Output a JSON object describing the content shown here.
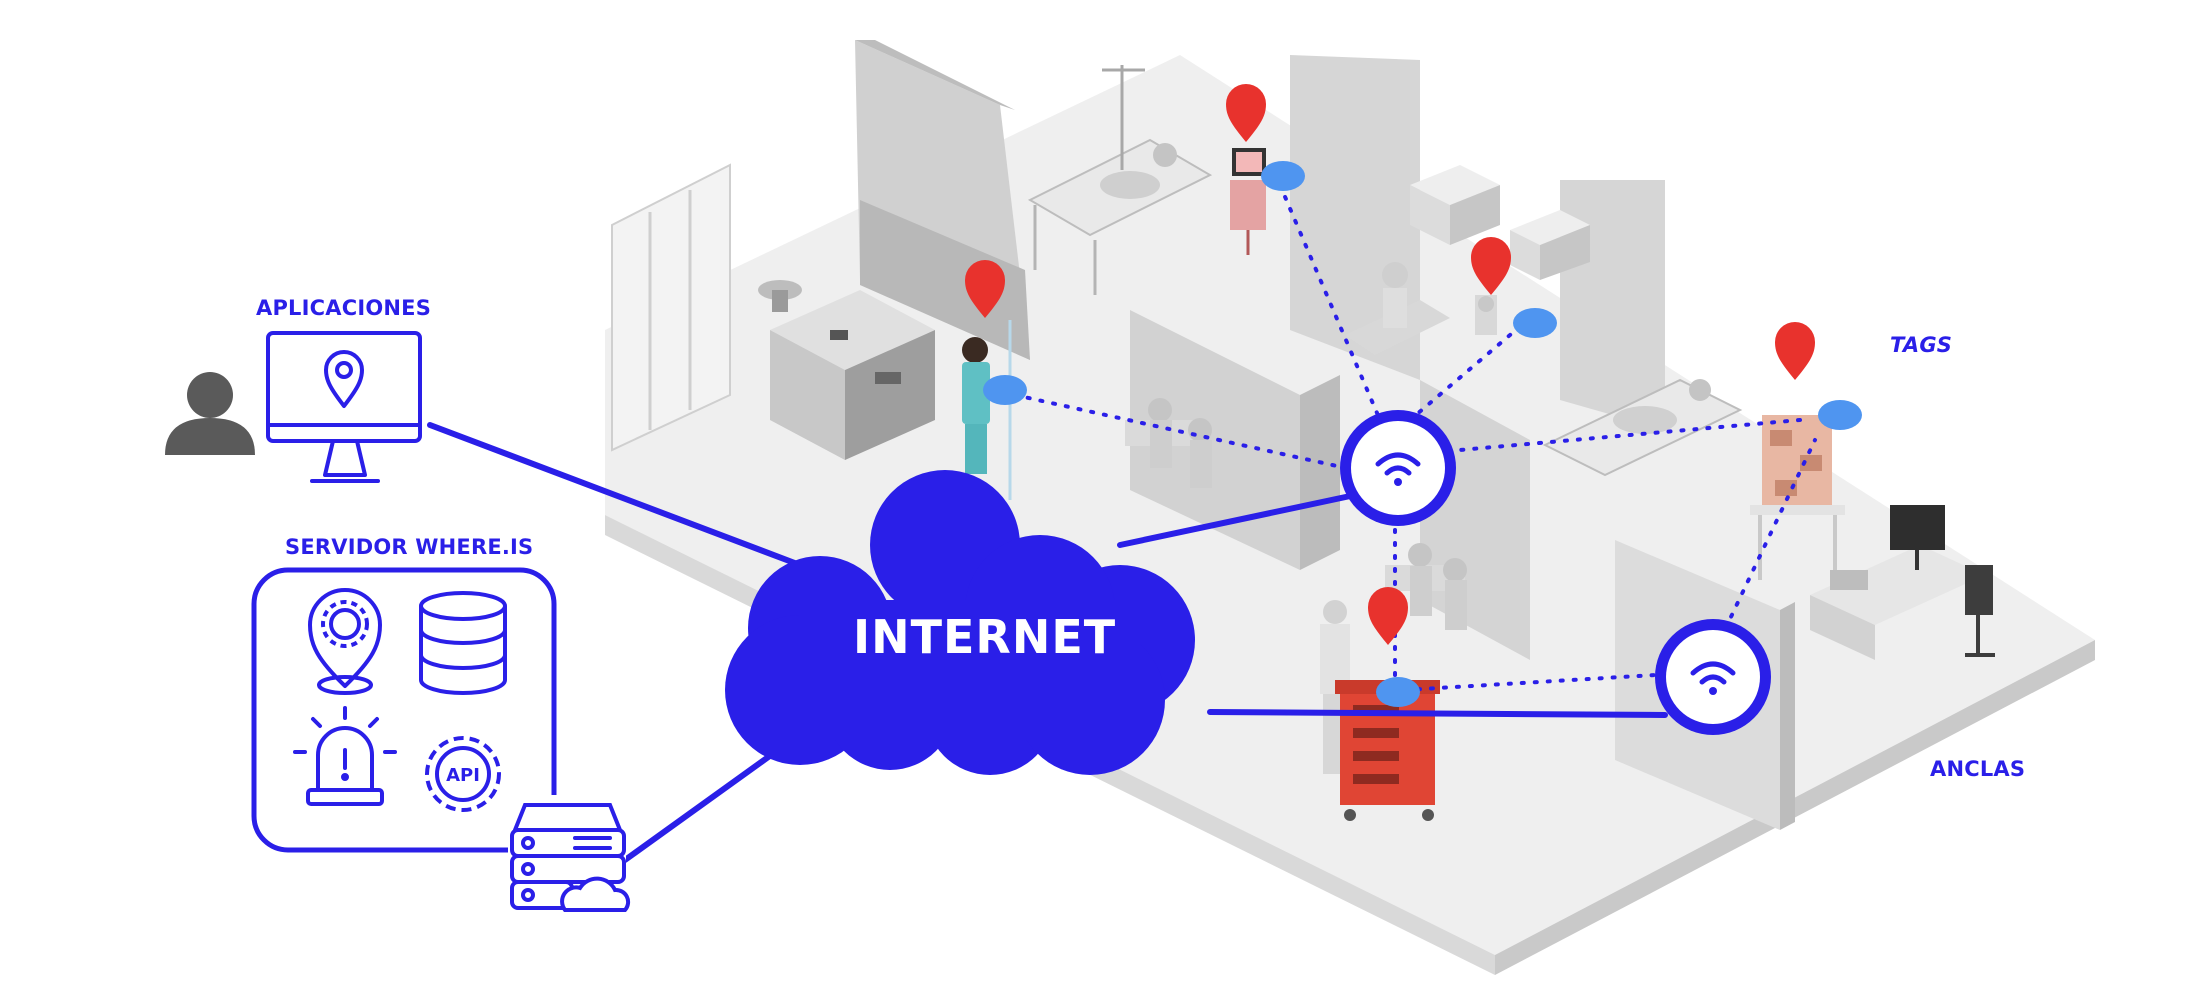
{
  "labels": {
    "apps": "APLICACIONES",
    "server": "SERVIDOR WHERE.IS",
    "internet": "INTERNET",
    "tags": "TAGS",
    "anchors": "ANCLAS"
  },
  "icons": {
    "api_text": "API",
    "user": "user-icon",
    "monitor": "monitor-location-icon",
    "settings": "location-settings-icon",
    "database": "database-icon",
    "alarm": "alarm-icon",
    "api_gear": "api-gear-icon",
    "server_cloud": "server-cloud-icon",
    "wifi": "wifi-icon",
    "pin": "map-pin-icon",
    "tag": "tag-icon"
  },
  "colors": {
    "primary": "#2a1fe8",
    "pin": "#e8322d",
    "tag": "#4f95f0",
    "floor": "#eeeeee",
    "wall": "#d2d2d2",
    "wall_dark": "#bdbdbd",
    "cart": "#e04534"
  }
}
